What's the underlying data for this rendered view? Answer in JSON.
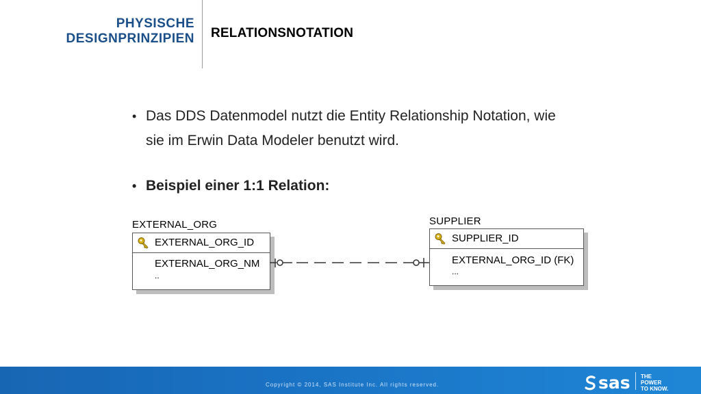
{
  "header": {
    "section_line1": "PHYSISCHE",
    "section_line2": "DESIGNPRINZIPIEN",
    "title": "RELATIONSNOTATION"
  },
  "bullets": [
    {
      "marker": "•",
      "text": "Das DDS Datenmodel nutzt die Entity Relationship Notation, wie sie im Erwin Data Modeler benutzt wird."
    },
    {
      "marker": "•",
      "text": "Beispiel einer 1:1 Relation:"
    }
  ],
  "diagram": {
    "entity_left": {
      "name": "EXTERNAL_ORG",
      "key": "EXTERNAL_ORG_ID",
      "attributes": [
        "EXTERNAL_ORG_NM",
        ".."
      ]
    },
    "entity_right": {
      "name": "SUPPLIER",
      "key": "SUPPLIER_ID",
      "attributes": [
        "EXTERNAL_ORG_ID (FK)",
        "..."
      ]
    },
    "colors": {
      "key_icon": "#d8b21a",
      "line": "#333333"
    }
  },
  "footer": {
    "copyright": "Copyright © 2014, SAS Institute Inc. All rights reserved.",
    "logo": "sas",
    "tagline_1": "THE",
    "tagline_2": "POWER",
    "tagline_3": "TO KNOW."
  }
}
